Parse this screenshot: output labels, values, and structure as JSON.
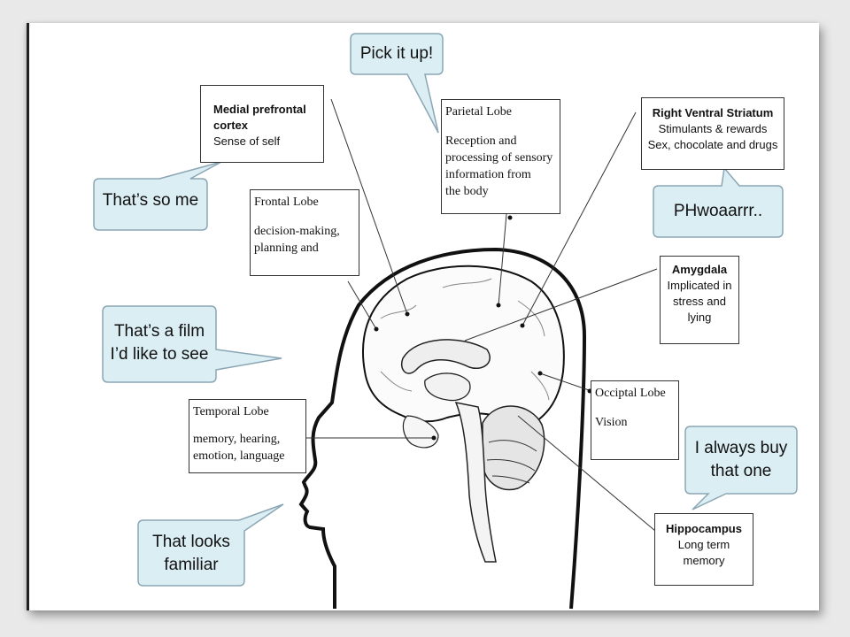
{
  "bubbles": {
    "pick": "Pick it up!",
    "so_me": "That’s so me",
    "phwoar": "PHwoaarrr..",
    "film_1": "That’s a film",
    "film_2": "I’d like to see",
    "buy_1": "I always buy",
    "buy_2": "that one",
    "familiar_1": "That looks",
    "familiar_2": "familiar"
  },
  "boxes": {
    "mpfc": {
      "title_1": "Medial prefrontal",
      "title_2": "cortex",
      "desc": "Sense of self"
    },
    "parietal": {
      "title": "Parietal Lobe",
      "desc_1": "Reception and",
      "desc_2": "processing of sensory",
      "desc_3": "information from",
      "desc_4": "the body"
    },
    "frontal": {
      "title": "Frontal Lobe",
      "desc_1": "decision-making,",
      "desc_2": "planning and"
    },
    "striatum": {
      "title": "Right Ventral Striatum",
      "desc_1": "Stimulants & rewards",
      "desc_2": "Sex, chocolate and drugs"
    },
    "amygdala": {
      "title": "Amygdala",
      "desc_1": "Implicated in",
      "desc_2": "stress and",
      "desc_3": "lying"
    },
    "temporal": {
      "title": "Temporal Lobe",
      "desc_1": "memory, hearing,",
      "desc_2": "emotion, language"
    },
    "occipital": {
      "title": "Occiptal Lobe",
      "desc": "Vision"
    },
    "hippocampus": {
      "title": "Hippocampus",
      "desc_1": "Long term",
      "desc_2": "memory"
    }
  },
  "colors": {
    "bubble_fill": "#dbeef4",
    "bubble_stroke": "#8aa6b4"
  }
}
